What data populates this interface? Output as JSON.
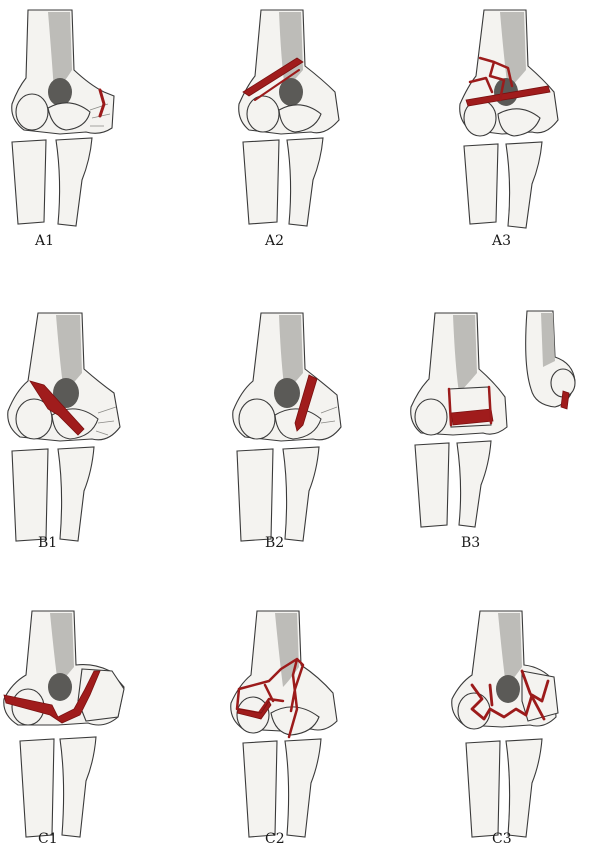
{
  "panels": [
    {
      "id": "A1",
      "label": "A1"
    },
    {
      "id": "A2",
      "label": "A2"
    },
    {
      "id": "A3",
      "label": "A3"
    },
    {
      "id": "B1",
      "label": "B1"
    },
    {
      "id": "B2",
      "label": "B2"
    },
    {
      "id": "B3",
      "label": "B3"
    },
    {
      "id": "C1",
      "label": "C1"
    },
    {
      "id": "C2",
      "label": "C2"
    },
    {
      "id": "C3",
      "label": "C3"
    }
  ],
  "colors": {
    "fracture": "#9c1b1b",
    "bone": "#f4f3f0",
    "outline": "#3a3a3a"
  }
}
